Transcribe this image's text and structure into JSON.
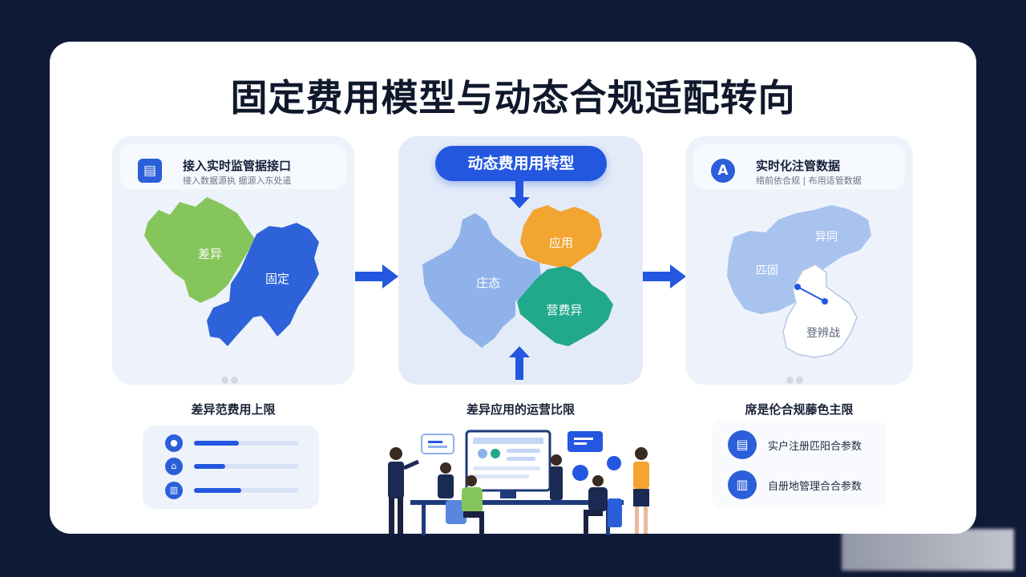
{
  "title": "固定费用模型与动态合规适配转向",
  "left_panel": {
    "header_title": "接入实时监管据接口",
    "header_sub": "接入数据源执 据源入东处遣",
    "regions": [
      "差异",
      "固定"
    ]
  },
  "middle_panel": {
    "pill": "动态费用用转型",
    "regions": [
      "庄态",
      "应用",
      "营费异"
    ]
  },
  "right_panel": {
    "header_icon_letter": "A",
    "header_title": "实时化注管数据",
    "header_sub": "络前依合规 | 布用适管数据",
    "regions": [
      "异同",
      "匹固",
      "登辨战"
    ]
  },
  "captions": {
    "left": "差异范费用上限",
    "middle": "差异应用的运营比限",
    "right": "席是伦合规藤色主限"
  },
  "limits": {
    "fill_fractions": [
      0.43,
      0.3,
      0.45
    ]
  },
  "rules": [
    "实户注册匹阳合参数",
    "自册地管理合合参数"
  ],
  "colors": {
    "accent_blue": "#2457e0",
    "green": "#86c55b",
    "orange": "#f2a531",
    "teal": "#22a88a",
    "light_blue": "#8fb2ea"
  }
}
